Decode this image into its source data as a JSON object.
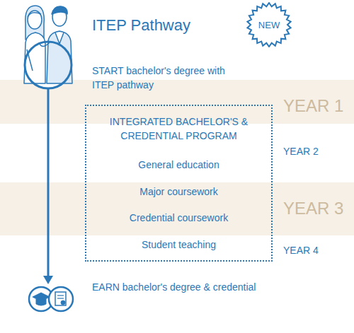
{
  "diagram": {
    "title": "ITEP Pathway",
    "nodes": [
      {
        "text": [
          "NEW"
        ]
      },
      {
        "text": [
          "YEAR 1"
        ]
      },
      {
        "text": [
          "INTEGRATED BACHELOR'S & CREDENTIAL PROGRAM",
          "General education",
          "Major coursework",
          "Credential coursework",
          "Student teaching"
        ]
      },
      {
        "text": [
          "YEAR 3"
        ]
      }
    ],
    "labels": [
      "START bachelor's degree with ITEP pathway",
      "YEAR 2",
      "YEAR 4",
      "EARN bachelor's degree & credential"
    ]
  }
}
